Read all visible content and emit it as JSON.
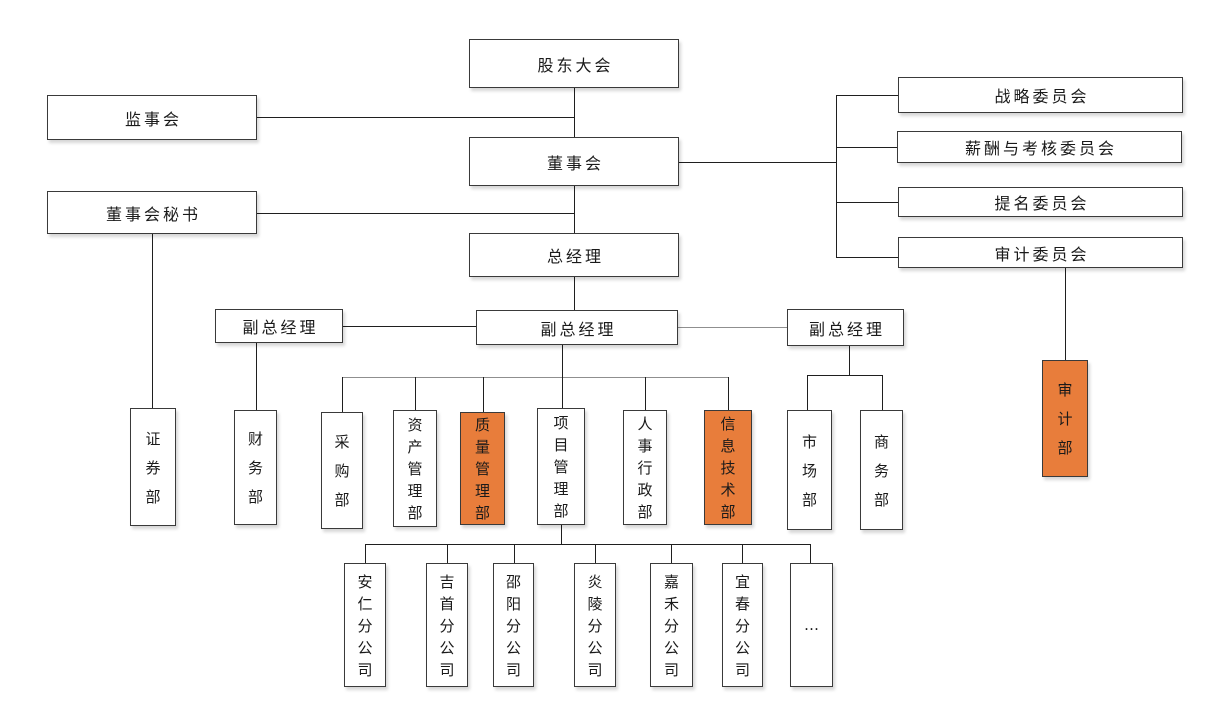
{
  "colors": {
    "background": "#FFFFFF",
    "node_fill": "#FFFFFF",
    "highlight_fill": "#E87D3B",
    "node_border": "#3A3A3A",
    "connector": "#1F1F1F",
    "text": "#1A1A1A"
  },
  "org_chart": {
    "shareholders_meeting": {
      "label": "股东大会"
    },
    "board_of_directors": {
      "label": "董事会"
    },
    "general_manager": {
      "label": "总经理"
    },
    "supervisory_board": {
      "label": "监事会"
    },
    "board_secretary": {
      "label": "董事会秘书"
    },
    "committees": [
      {
        "label": "战略委员会"
      },
      {
        "label": "薪酬与考核委员会"
      },
      {
        "label": "提名委员会"
      },
      {
        "label": "审计委员会"
      }
    ],
    "deputy_general_managers": [
      {
        "label": "副总经理"
      },
      {
        "label": "副总经理"
      },
      {
        "label": "副总经理"
      }
    ],
    "departments": [
      {
        "label": "证券部",
        "highlighted": false
      },
      {
        "label": "财务部",
        "highlighted": false
      },
      {
        "label": "采购部",
        "highlighted": false
      },
      {
        "label": "资产管理部",
        "highlighted": false
      },
      {
        "label": "质量管理部",
        "highlighted": true
      },
      {
        "label": "项目管理部",
        "highlighted": false
      },
      {
        "label": "人事行政部",
        "highlighted": false
      },
      {
        "label": "信息技术部",
        "highlighted": true
      },
      {
        "label": "市场部",
        "highlighted": false
      },
      {
        "label": "商务部",
        "highlighted": false
      },
      {
        "label": "审计部",
        "highlighted": true
      }
    ],
    "branches": [
      {
        "label": "安仁分公司"
      },
      {
        "label": "吉首分公司"
      },
      {
        "label": "邵阳分公司"
      },
      {
        "label": "炎陵分公司"
      },
      {
        "label": "嘉禾分公司"
      },
      {
        "label": "宜春分公司"
      },
      {
        "label": "…"
      }
    ]
  }
}
